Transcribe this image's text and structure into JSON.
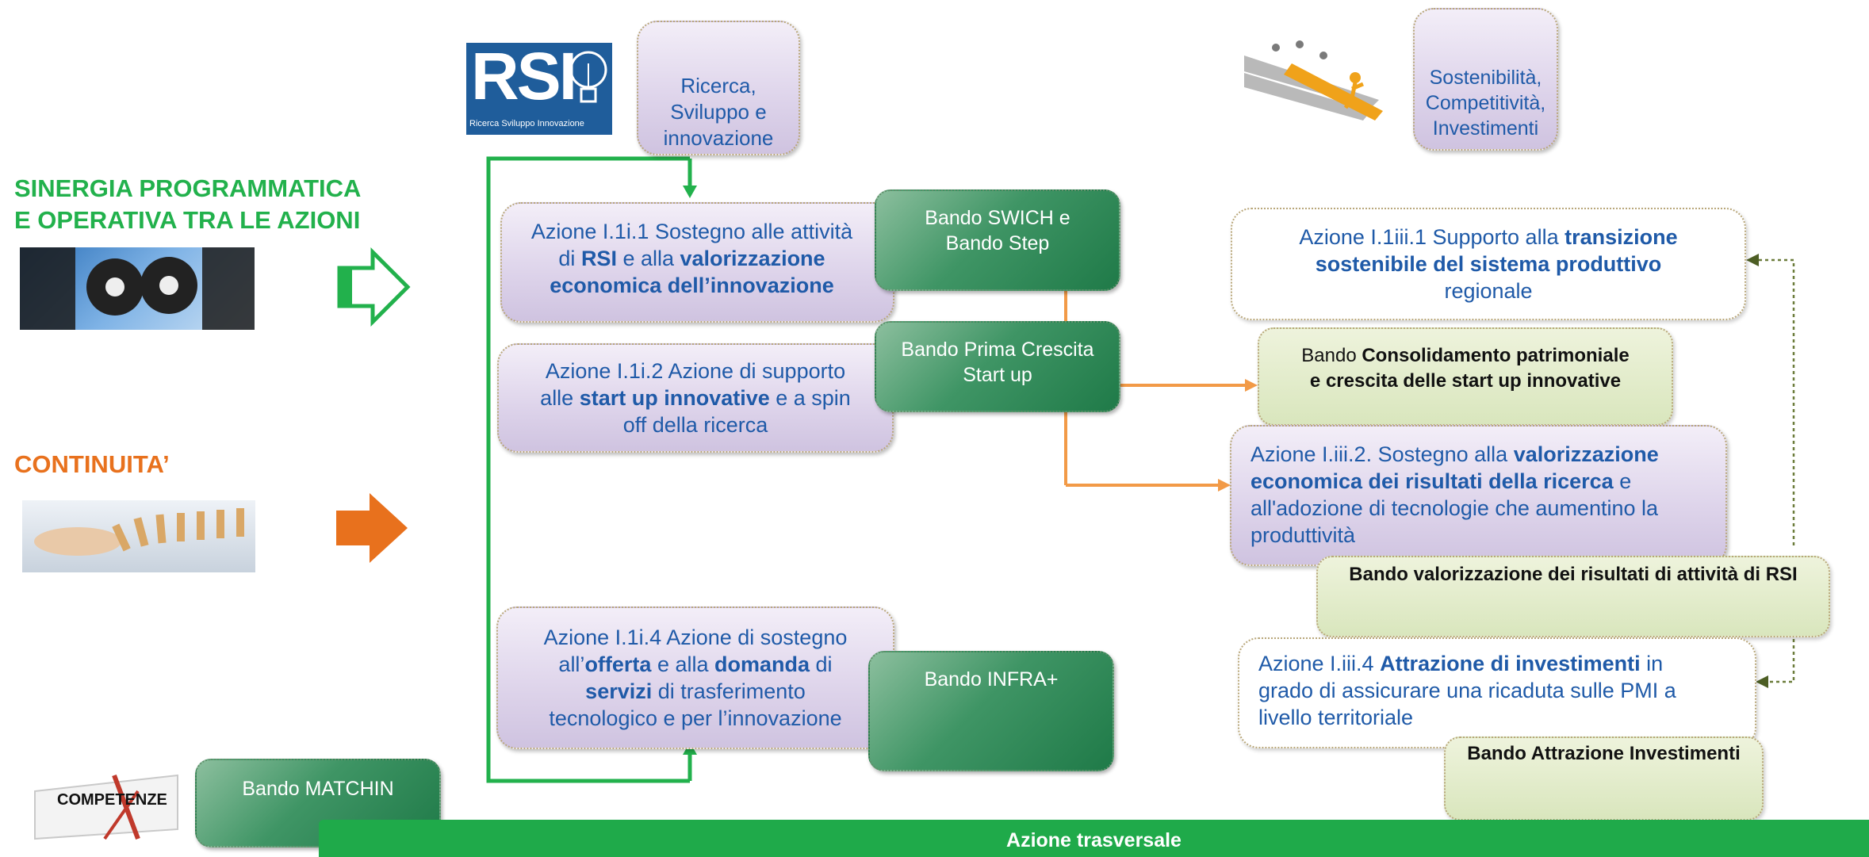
{
  "left": {
    "synergy_line1": "SINERGIA PROGRAMMATICA",
    "synergy_line2": "E OPERATIVA TRA LE AZIONI",
    "continuity": "CONTINUITA’",
    "competenze_label": "COMPETENZE",
    "matchin": "Bando MATCHIN"
  },
  "rsi": {
    "logo_text": "RSI",
    "logo_sub": "Ricerca Sviluppo Innovazione",
    "box_l1": "Ricerca,",
    "box_l2": "Sviluppo e",
    "box_l3": "innovazione"
  },
  "sust": {
    "l1": "Sostenibilità,",
    "l2": "Competitività,",
    "l3": "Investimenti"
  },
  "azione1": {
    "a": "Azione I.1i.1 Sostegno alle attività",
    "b": "di ",
    "c": "RSI",
    "d": " e alla ",
    "e": "valorizzazione",
    "f": "economica dell’innovazione"
  },
  "azione2": {
    "a": "Azione I.1i.2 Azione di supporto",
    "b": "alle ",
    "c": "start up innovative",
    "d": " e a spin",
    "e": "off della ricerca"
  },
  "azione4": {
    "a": "Azione I.1i.4 Azione di sostegno",
    "b": "all’",
    "c": "offerta",
    "d": " e alla ",
    "e": "domanda",
    "f": " di",
    "g": "servizi",
    "h": " di trasferimento",
    "i": "tecnologico e per l’innovazione"
  },
  "bandi": {
    "swich_l1": "Bando SWICH e",
    "swich_l2": "Bando Step",
    "prima_l1": "Bando Prima Crescita",
    "prima_l2": "Start up",
    "infra": "Bando INFRA+"
  },
  "right": {
    "iii1_a": "Azione I.1iii.1 Supporto alla ",
    "iii1_b": "transizione",
    "iii1_c": "sostenibile del sistema produttivo",
    "iii1_d": "regionale",
    "cons_a": "Bando ",
    "cons_b": "Consolidamento patrimoniale",
    "cons_c": "e crescita delle start up innovative",
    "iii2_a": "Azione I.iii.2. Sostegno alla ",
    "iii2_b": "valorizzazione",
    "iii2_c": "economica dei risultati della ricerca",
    "iii2_d": " e",
    "iii2_e": "all'adozione di tecnologie che aumentino la",
    "iii2_f": "produttività",
    "valor": "Bando valorizzazione dei risultati di attività di RSI",
    "iii4_a": "Azione I.iii.4 ",
    "iii4_b": "Attrazione di investimenti",
    "iii4_c": " in",
    "iii4_d": "grado di assicurare una ricaduta sulle PMI a",
    "iii4_e": "livello territoriale",
    "attr": "Bando Attrazione Investimenti"
  },
  "footer": {
    "label": "Azione trasversale"
  },
  "colors": {
    "green_accent": "#22b14c",
    "orange_accent": "#e8711d",
    "text_blue": "#1f5aa8",
    "footer_green": "#1faa4a"
  }
}
